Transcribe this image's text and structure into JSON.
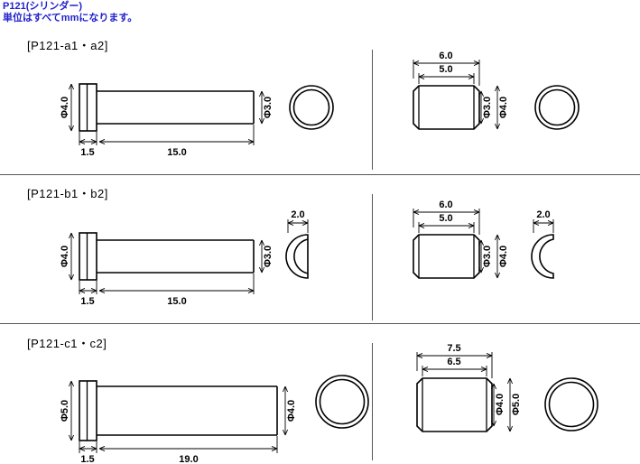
{
  "document": {
    "title_line1": "P121(シリンダー)",
    "title_line2": "単位はすべてmmになります。",
    "title_color": "#2222cc",
    "units": "mm"
  },
  "sections": [
    {
      "label": "[P121-a1・a2]",
      "left_view": {
        "name": "side-view-long-cylinder",
        "flange_dia": "Φ4.0",
        "body_dia": "Φ3.0",
        "flange_len": "1.5",
        "body_len": "15.0"
      },
      "left_end_view": {
        "name": "ring-end-view",
        "shape": "ring"
      },
      "right_view": {
        "name": "side-view-short-cylinder",
        "total_len": "6.0",
        "inner_len": "5.0",
        "inner_dia": "Φ3.0",
        "outer_dia": "Φ4.0"
      },
      "right_end_view": {
        "name": "ring-end-view",
        "shape": "ring"
      }
    },
    {
      "label": "[P121-b1・b2]",
      "left_view": {
        "name": "side-view-long-cylinder",
        "flange_dia": "Φ4.0",
        "body_dia": "Φ3.0",
        "flange_len": "1.5",
        "body_len": "15.0"
      },
      "left_end_view": {
        "name": "half-disc-end-view",
        "shape": "half-disc",
        "thickness": "2.0"
      },
      "right_view": {
        "name": "side-view-short-cylinder",
        "total_len": "6.0",
        "inner_len": "5.0",
        "inner_dia": "Φ3.0",
        "outer_dia": "Φ4.0"
      },
      "right_end_view": {
        "name": "crescent-end-view",
        "shape": "crescent",
        "thickness": "2.0"
      }
    },
    {
      "label": "[P121-c1・c2]",
      "left_view": {
        "name": "side-view-long-cylinder",
        "flange_dia": "Φ5.0",
        "body_dia": "Φ4.0",
        "flange_len": "1.5",
        "body_len": "19.0"
      },
      "left_end_view": {
        "name": "ring-end-view",
        "shape": "ring"
      },
      "right_view": {
        "name": "side-view-short-cylinder",
        "total_len": "7.5",
        "inner_len": "6.5",
        "inner_dia": "Φ4.0",
        "outer_dia": "Φ5.0"
      },
      "right_end_view": {
        "name": "ring-end-view",
        "shape": "ring"
      }
    }
  ]
}
